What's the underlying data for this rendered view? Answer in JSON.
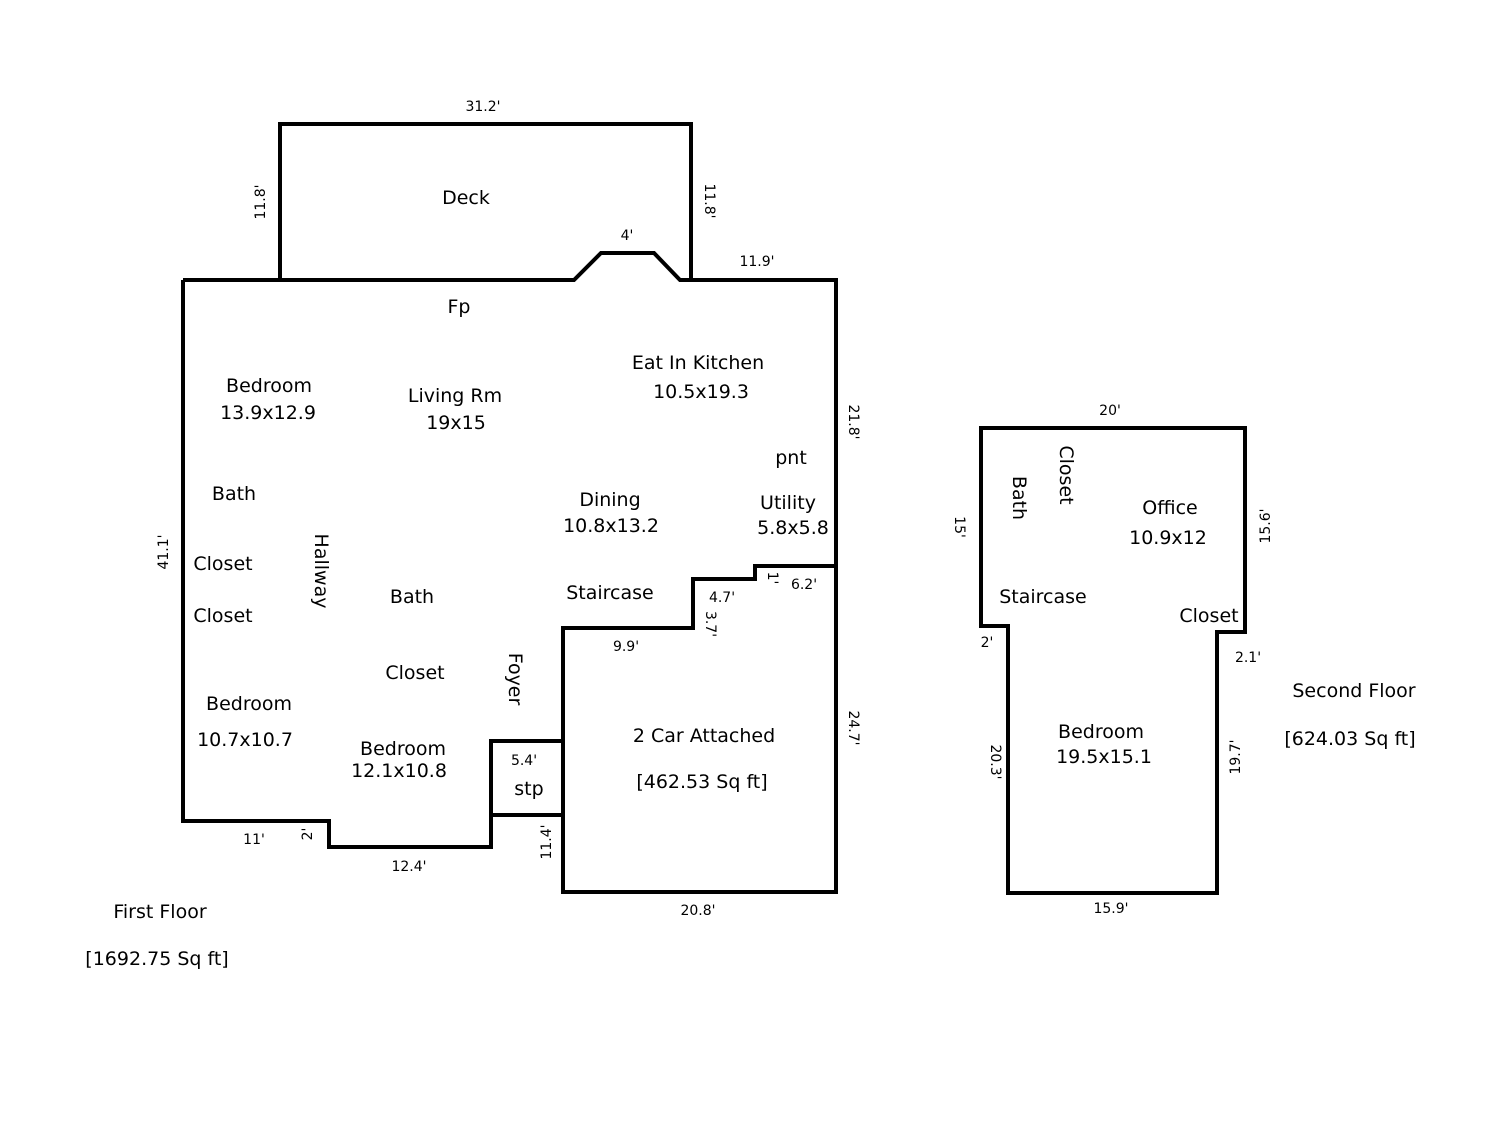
{
  "first_floor": {
    "title": "First Floor",
    "area": "[1692.75 Sq ft]",
    "rooms": {
      "deck": "Deck",
      "fp": "Fp",
      "bedroom_nw_name": "Bedroom",
      "bedroom_nw_size": "13.9x12.9",
      "living_name": "Living Rm",
      "living_size": "19x15",
      "kitchen_name": "Eat In Kitchen",
      "kitchen_size": "10.5x19.3",
      "pnt": "pnt",
      "bath_w": "Bath",
      "dining_name": "Dining",
      "dining_size": "10.8x13.2",
      "utility_name": "Utility",
      "utility_size": "5.8x5.8",
      "closet_w1": "Closet",
      "closet_w2": "Closet",
      "hallway": "Hallway",
      "bath_c": "Bath",
      "staircase": "Staircase",
      "closet_c": "Closet",
      "foyer": "Foyer",
      "bedroom_sw_name": "Bedroom",
      "bedroom_sw_size": "10.7x10.7",
      "bedroom_s_name": "Bedroom",
      "bedroom_s_size": "12.1x10.8",
      "stp": "stp",
      "garage_name": "2 Car Attached",
      "garage_area": "[462.53 Sq ft]"
    },
    "dims": {
      "deck_top": "31.2'",
      "deck_left": "11.8'",
      "deck_right": "11.8'",
      "fp_bump": "4'",
      "top_right": "11.9'",
      "right_upper": "21.8'",
      "left": "41.1'",
      "step_1": "1'",
      "step_62": "6.2'",
      "step_47": "4.7'",
      "step_37": "3.7'",
      "step_99": "9.9'",
      "garage_right": "24.7'",
      "stp_top": "5.4'",
      "garage_left": "11.4'",
      "garage_bottom": "20.8'",
      "bottom_11": "11'",
      "bottom_2": "2'",
      "bottom_124": "12.4'"
    }
  },
  "second_floor": {
    "title": "Second Floor",
    "area": "[624.03 Sq ft]",
    "rooms": {
      "closet_top": "Closet",
      "bath": "Bath",
      "office_name": "Office",
      "office_size": "10.9x12",
      "staircase": "Staircase",
      "closet_right": "Closet",
      "bedroom_name": "Bedroom",
      "bedroom_size": "19.5x15.1"
    },
    "dims": {
      "top": "20'",
      "left": "15'",
      "right": "15.6'",
      "notch_left": "2'",
      "notch_right": "2.1'",
      "lower_left": "20.3'",
      "lower_right": "19.7'",
      "bottom": "15.9'"
    }
  }
}
